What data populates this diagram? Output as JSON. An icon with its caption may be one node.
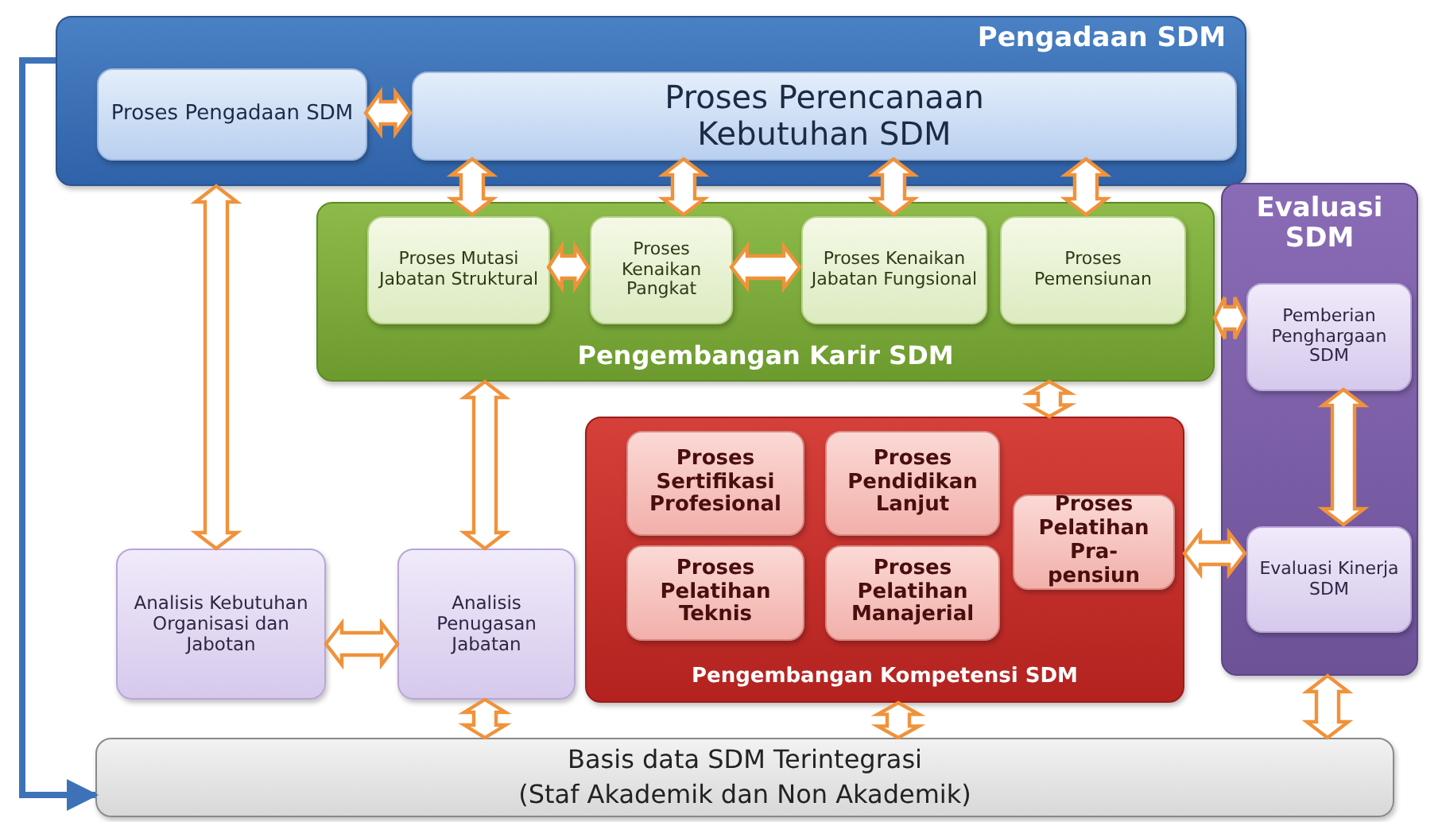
{
  "diagram": {
    "nodes": [
      {
        "text": [
          "Pengadaan SDM"
        ]
      },
      {
        "text": [
          "Proses Pengadaan SDM"
        ],
        "in": 0
      },
      {
        "text": [
          "Proses Perencanaan Kebutuhan SDM"
        ],
        "in": 0
      },
      {
        "text": [
          "Pengembangan Karir SDM"
        ]
      },
      {
        "text": [
          "Proses Mutasi Jabatan Struktural"
        ],
        "in": 3
      },
      {
        "text": [
          "Proses Kenaikan Pangkat"
        ],
        "in": 3
      },
      {
        "text": [
          "Proses Kenaikan Jabatan Fungsional"
        ],
        "in": 3
      },
      {
        "text": [
          "Proses Pemensiunan"
        ],
        "in": 3
      },
      {
        "text": [
          "Evaluasi SDM"
        ]
      },
      {
        "text": [
          "Pemberian Penghargaan SDM"
        ],
        "in": 8
      },
      {
        "text": [
          "Evaluasi Kinerja SDM"
        ],
        "in": 8
      },
      {
        "text": [
          "Pengembangan Kompetensi SDM"
        ]
      },
      {
        "text": [
          "Proses Sertifikasi Profesional"
        ],
        "in": 11
      },
      {
        "text": [
          "Proses Pendidikan Lanjut"
        ],
        "in": 11
      },
      {
        "text": [
          "Proses Pelatihan Teknis"
        ],
        "in": 11
      },
      {
        "text": [
          "Proses Pelatihan Manajerial"
        ],
        "in": 11
      },
      {
        "text": [
          "Proses Pelatihan Pra-pensiun"
        ],
        "in": 11
      },
      {
        "text": [
          "Analisis Kebutuhan Organisasi dan Jabotan"
        ]
      },
      {
        "text": [
          "Analisis Penugasan Jabatan"
        ]
      },
      {
        "text": [
          "Basis data SDM Terintegrasi",
          "(Staf Akademik dan Non Akademik)"
        ]
      }
    ],
    "edges": [
      {
        "from": 1,
        "to": 2,
        "arrow": "both",
        "style": "thick"
      },
      {
        "from": 2,
        "to": 4,
        "arrow": "both",
        "style": "thick"
      },
      {
        "from": 2,
        "to": 5,
        "arrow": "both",
        "style": "thick"
      },
      {
        "from": 2,
        "to": 6,
        "arrow": "both",
        "style": "thick"
      },
      {
        "from": 2,
        "to": 7,
        "arrow": "both",
        "style": "thick"
      },
      {
        "from": 4,
        "to": 5,
        "arrow": "both",
        "style": "thick"
      },
      {
        "from": 5,
        "to": 6,
        "arrow": "both",
        "style": "thick"
      },
      {
        "from": 0,
        "to": 17,
        "arrow": "both",
        "style": "thick"
      },
      {
        "from": 3,
        "to": 18,
        "arrow": "both",
        "style": "thick"
      },
      {
        "from": 3,
        "to": 11,
        "arrow": "both",
        "style": "thick"
      },
      {
        "from": 3,
        "to": 9,
        "arrow": "both",
        "style": "thick"
      },
      {
        "from": 9,
        "to": 10,
        "arrow": "both",
        "style": "thick"
      },
      {
        "from": 11,
        "to": 10,
        "arrow": "both",
        "style": "thick"
      },
      {
        "from": 17,
        "to": 18,
        "arrow": "both",
        "style": "thick"
      },
      {
        "from": 18,
        "to": 19,
        "arrow": "both",
        "style": "thick"
      },
      {
        "from": 11,
        "to": 19,
        "arrow": "both",
        "style": "thick"
      },
      {
        "from": 8,
        "to": 19,
        "arrow": "both",
        "style": "thick"
      },
      {
        "from": 0,
        "to": 19,
        "arrow": "to",
        "color": "#3d72b8"
      }
    ]
  }
}
